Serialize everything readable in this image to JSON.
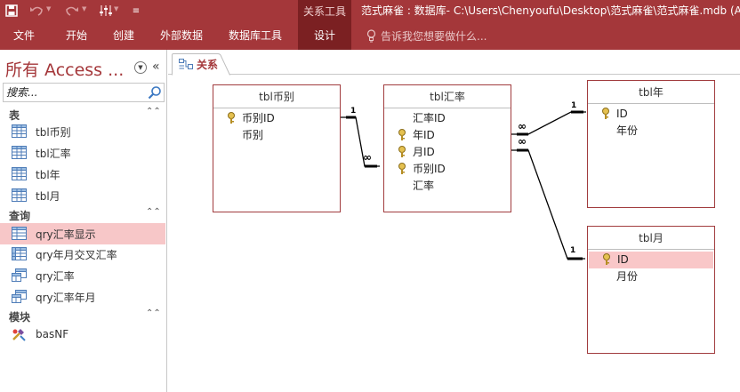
{
  "title_bar": {
    "context_tools_label": "关系工具",
    "document_title": "范式麻雀 : 数据库- C:\\Users\\Chenyoufu\\Desktop\\范式麻雀\\范式麻雀.mdb (A"
  },
  "ribbon": {
    "tabs": [
      {
        "label": "文件"
      },
      {
        "label": "开始"
      },
      {
        "label": "创建"
      },
      {
        "label": "外部数据"
      },
      {
        "label": "数据库工具"
      },
      {
        "label": "设计"
      }
    ],
    "tell_me": "告诉我您想要做什么..."
  },
  "nav": {
    "title": "所有 Access ...",
    "search_placeholder": "搜索...",
    "groups": [
      {
        "label": "表",
        "items": [
          {
            "label": "tbl币别",
            "icon": "table-icon"
          },
          {
            "label": "tbl汇率",
            "icon": "table-icon"
          },
          {
            "label": "tbl年",
            "icon": "table-icon"
          },
          {
            "label": "tbl月",
            "icon": "table-icon"
          }
        ]
      },
      {
        "label": "查询",
        "items": [
          {
            "label": "qry汇率显示",
            "icon": "query-icon",
            "selected": true
          },
          {
            "label": "qry年月交叉汇率",
            "icon": "crosstab-query-icon"
          },
          {
            "label": "qry汇率",
            "icon": "make-table-query-icon"
          },
          {
            "label": "qry汇率年月",
            "icon": "make-table-query-icon"
          }
        ]
      },
      {
        "label": "模块",
        "items": [
          {
            "label": "basNF",
            "icon": "module-icon"
          }
        ]
      }
    ]
  },
  "document_tab": {
    "label": "关系"
  },
  "relationships": {
    "tables": [
      {
        "name": "tbl币别",
        "fields": [
          {
            "name": "币别ID",
            "key": true
          },
          {
            "name": "币别",
            "key": false
          }
        ]
      },
      {
        "name": "tbl汇率",
        "fields": [
          {
            "name": "汇率ID",
            "key": false
          },
          {
            "name": "年ID",
            "key": true
          },
          {
            "name": "月ID",
            "key": true
          },
          {
            "name": "币别ID",
            "key": true
          },
          {
            "name": "汇率",
            "key": false
          }
        ]
      },
      {
        "name": "tbl年",
        "fields": [
          {
            "name": "ID",
            "key": true
          },
          {
            "name": "年份",
            "key": false
          }
        ]
      },
      {
        "name": "tbl月",
        "fields": [
          {
            "name": "ID",
            "key": true,
            "selected": true
          },
          {
            "name": "月份",
            "key": false
          }
        ]
      }
    ],
    "cardinality": {
      "one": "1",
      "many": "∞"
    }
  },
  "colors": {
    "accent": "#a4373a",
    "accent_dark": "#7b2022",
    "selection": "#f7c7c8"
  }
}
